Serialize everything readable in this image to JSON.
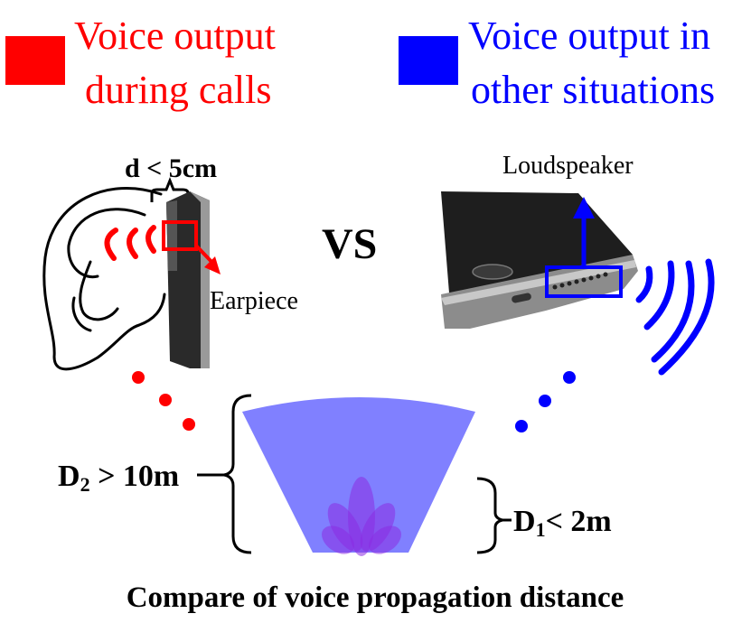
{
  "legend": {
    "red": {
      "line1": "Voice output",
      "line2": "during calls",
      "color": "#ff0000"
    },
    "blue": {
      "line1": "Voice output in",
      "line2": "other situations",
      "color": "#0000ff"
    }
  },
  "labels": {
    "distance_ear": "d < 5cm",
    "earpiece": "Earpiece",
    "loudspeaker": "Loudspeaker",
    "versus": "VS",
    "d2_main": "D",
    "d2_sub": "2",
    "d2_rest": " > 10m",
    "d1_main": "D",
    "d1_sub": "1",
    "d1_rest": "< 2m",
    "caption": "Compare of voice propagation distance"
  },
  "colors": {
    "far_cone": "#8080ff",
    "near_flower": "#8a2be2",
    "phone_body": "#2a2a2a",
    "phone_edge": "#9a9a9a"
  },
  "icons": [
    "ear-icon",
    "phone-earpiece-icon",
    "phone-loudspeaker-icon",
    "sound-wave-icon",
    "arrow-icon"
  ]
}
